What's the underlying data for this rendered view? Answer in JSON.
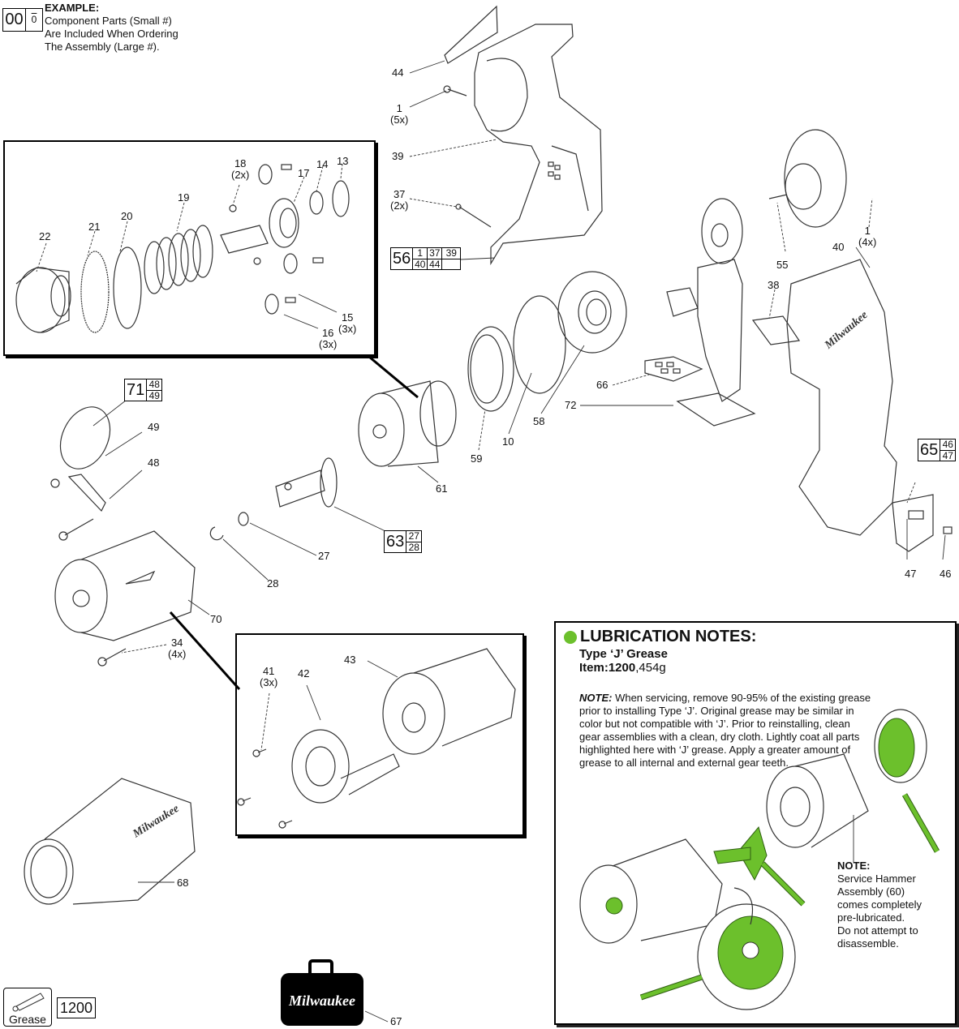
{
  "legend": {
    "example_big": "00",
    "example_small": "0",
    "title": "EXAMPLE:",
    "lines": [
      "Component Parts (Small #)",
      "Are Included When Ordering",
      "The Assembly (Large #)."
    ]
  },
  "assemblies": [
    {
      "number": "56",
      "components": [
        "1",
        "37",
        "39",
        "40",
        "44",
        ""
      ]
    },
    {
      "number": "71",
      "components": [
        "48",
        "49"
      ]
    },
    {
      "number": "63",
      "components": [
        "27",
        "28"
      ]
    },
    {
      "number": "65",
      "components": [
        "46",
        "47"
      ]
    }
  ],
  "part_labels": [
    {
      "id": "44",
      "qty": ""
    },
    {
      "id": "1",
      "qty": "(5x)"
    },
    {
      "id": "39",
      "qty": ""
    },
    {
      "id": "37",
      "qty": "(2x)"
    },
    {
      "id": "18",
      "qty": "(2x)"
    },
    {
      "id": "17",
      "qty": ""
    },
    {
      "id": "14",
      "qty": ""
    },
    {
      "id": "13",
      "qty": ""
    },
    {
      "id": "19",
      "qty": ""
    },
    {
      "id": "20",
      "qty": ""
    },
    {
      "id": "21",
      "qty": ""
    },
    {
      "id": "22",
      "qty": ""
    },
    {
      "id": "15",
      "qty": "(3x)"
    },
    {
      "id": "16",
      "qty": "(3x)"
    },
    {
      "id": "55",
      "qty": ""
    },
    {
      "id": "1",
      "qty": "(4x)"
    },
    {
      "id": "40",
      "qty": ""
    },
    {
      "id": "38",
      "qty": ""
    },
    {
      "id": "66",
      "qty": ""
    },
    {
      "id": "72",
      "qty": ""
    },
    {
      "id": "58",
      "qty": ""
    },
    {
      "id": "10",
      "qty": ""
    },
    {
      "id": "59",
      "qty": ""
    },
    {
      "id": "61",
      "qty": ""
    },
    {
      "id": "49",
      "qty": ""
    },
    {
      "id": "48",
      "qty": ""
    },
    {
      "id": "27",
      "qty": ""
    },
    {
      "id": "28",
      "qty": ""
    },
    {
      "id": "70",
      "qty": ""
    },
    {
      "id": "34",
      "qty": "(4x)"
    },
    {
      "id": "47",
      "qty": ""
    },
    {
      "id": "46",
      "qty": ""
    },
    {
      "id": "41",
      "qty": "(3x)"
    },
    {
      "id": "42",
      "qty": ""
    },
    {
      "id": "43",
      "qty": ""
    },
    {
      "id": "68",
      "qty": ""
    },
    {
      "id": "67",
      "qty": ""
    }
  ],
  "lubrication": {
    "title": "LUBRICATION NOTES:",
    "type": "Type ‘J’ Grease",
    "item_prefix": "Item:",
    "item_number": "1200",
    "item_weight": ",454g",
    "note_label": "NOTE:",
    "note_text": " When servicing, remove 90-95% of the existing grease prior to installing Type ‘J’. Original grease may be similar in color but not compatible with ‘J’. Prior to reinstalling, clean gear assemblies with a clean, dry cloth. Lightly coat all parts highlighted here with ‘J’ grease. Apply a greater amount of grease to all internal and external gear teeth.",
    "note2_label": "NOTE:",
    "note2_lines": [
      "Service Hammer",
      "Assembly (60)",
      "comes completely",
      "pre-lubricated.",
      "Do not attempt to",
      "disassemble."
    ],
    "accent_color": "#6cc02c"
  },
  "grease_key": {
    "label": "Grease",
    "number": "1200"
  },
  "case_brand": "Milwaukee"
}
